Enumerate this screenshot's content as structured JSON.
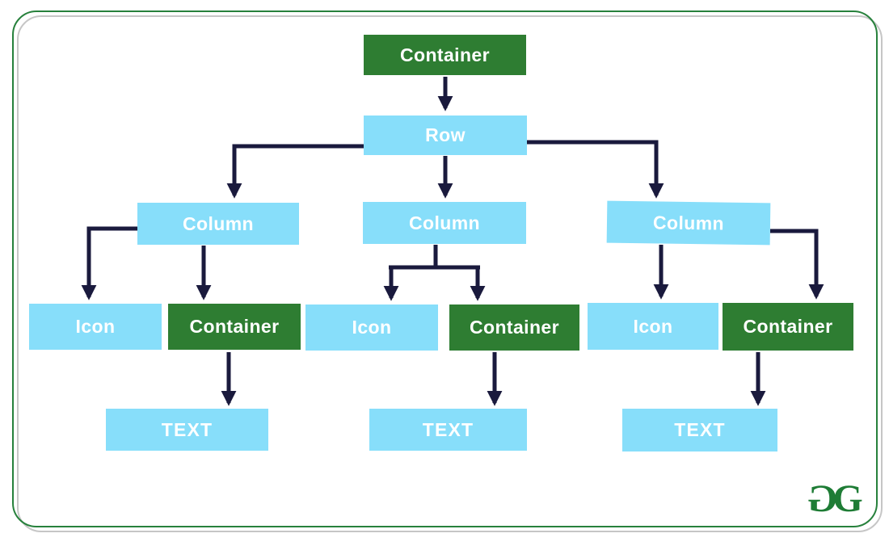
{
  "diagram": {
    "nodes": {
      "root": {
        "label": "Container",
        "type": "container"
      },
      "row": {
        "label": "Row",
        "type": "row"
      },
      "col1": {
        "label": "Column",
        "type": "column"
      },
      "col2": {
        "label": "Column",
        "type": "column"
      },
      "col3": {
        "label": "Column",
        "type": "column"
      },
      "icon1": {
        "label": "Icon",
        "type": "icon"
      },
      "cont1": {
        "label": "Container",
        "type": "container"
      },
      "icon2": {
        "label": "Icon",
        "type": "icon"
      },
      "cont2": {
        "label": "Container",
        "type": "container"
      },
      "icon3": {
        "label": "Icon",
        "type": "icon"
      },
      "cont3": {
        "label": "Container",
        "type": "container"
      },
      "text1": {
        "label": "TEXT",
        "type": "text"
      },
      "text2": {
        "label": "TEXT",
        "type": "text"
      },
      "text3": {
        "label": "TEXT",
        "type": "text"
      }
    }
  },
  "logo": {
    "g_left": "G",
    "g_right": "G"
  },
  "colors": {
    "node_green": "#2e7d32",
    "node_blue": "#87defa",
    "arrow_navy": "#1a1a3d",
    "frame_green": "#27813c",
    "frame_shadow_gray": "#c6c6c6",
    "logo_green": "#1e7c35",
    "label_text": "#ffffff"
  }
}
